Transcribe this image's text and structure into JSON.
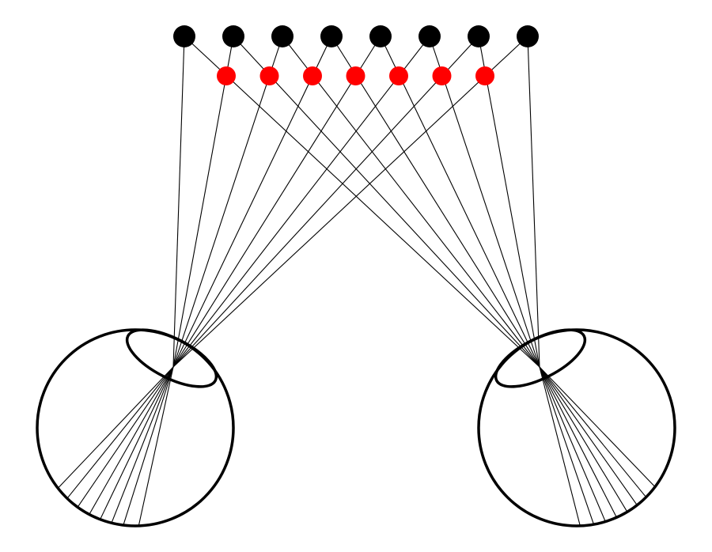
{
  "diagram": {
    "colors": {
      "background": "#ffffff",
      "ink": "#000000",
      "near_point": "#ff0000"
    },
    "far_points": 8,
    "near_points": 7,
    "eyes": [
      "left",
      "right"
    ]
  }
}
